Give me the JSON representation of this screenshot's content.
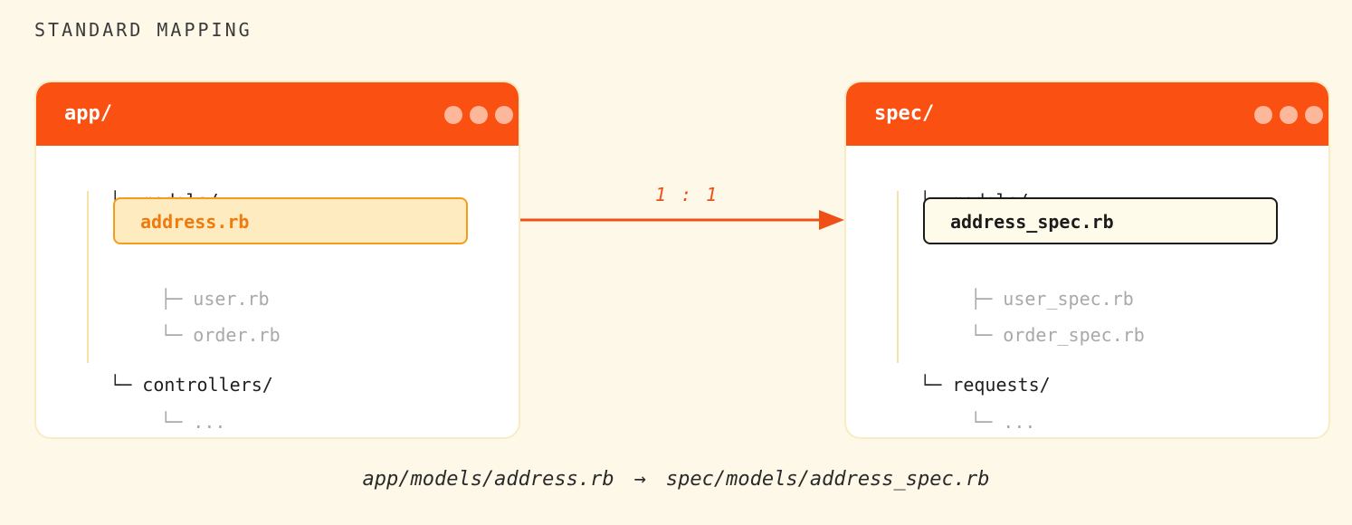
{
  "title": "STANDARD MAPPING",
  "left_panel": {
    "title": "app/",
    "folder1": "models/",
    "highlight_file": "address.rb",
    "file2": "user.rb",
    "file3": "order.rb",
    "folder2": "controllers/",
    "ellipsis": "..."
  },
  "right_panel": {
    "title": "spec/",
    "folder1": "models/",
    "highlight_file": "address_spec.rb",
    "file2": "user_spec.rb",
    "file3": "order_spec.rb",
    "folder2": "requests/",
    "ellipsis": "..."
  },
  "ratio": "1 : 1",
  "footer": {
    "source": "app/models/address.rb",
    "arrow": "→",
    "target": "spec/models/address_spec.rb"
  },
  "colors": {
    "accent": "#fa5011",
    "highlight_fill": "#feebc0",
    "highlight_border": "#f59c1c",
    "background": "#fdf8e8"
  }
}
